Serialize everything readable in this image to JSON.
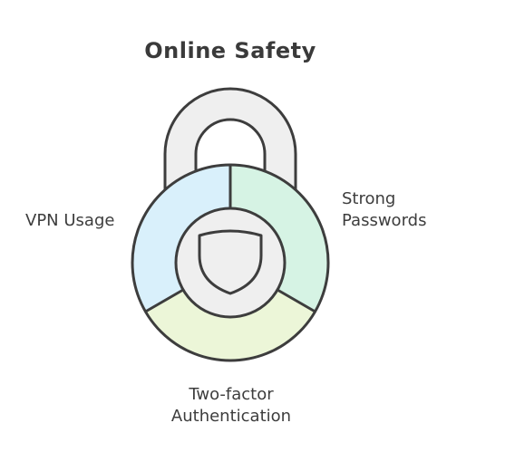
{
  "title": "Online Safety",
  "segments": [
    {
      "key": "vpn",
      "lines": [
        "VPN Usage"
      ],
      "color": "#d9f0fb"
    },
    {
      "key": "passwords",
      "lines": [
        "Strong",
        "Passwords"
      ],
      "color": "#d6f3e4"
    },
    {
      "key": "two-factor",
      "lines": [
        "Two-factor",
        "Authentication"
      ],
      "color": "#ecf6d8"
    }
  ],
  "colors": {
    "outline": "#3d3d3d",
    "shackle_fill": "#efefef",
    "center_fill": "#efefef"
  },
  "icons": {
    "center": "shield-icon",
    "body": "padlock-icon"
  }
}
